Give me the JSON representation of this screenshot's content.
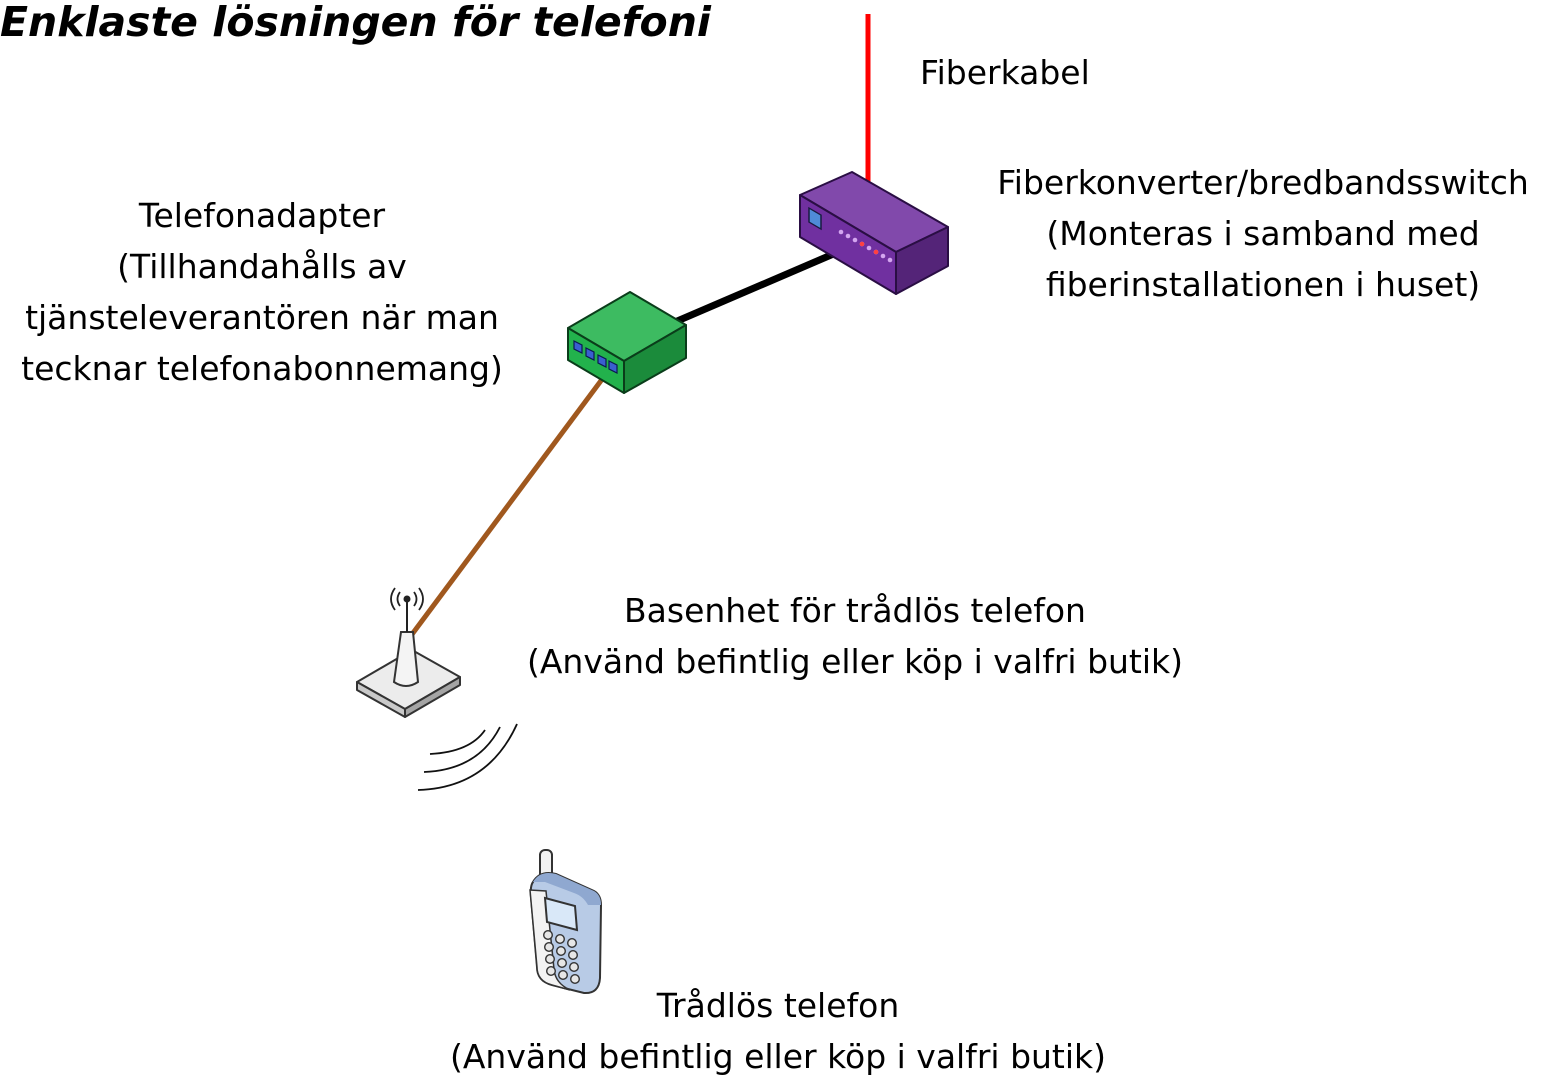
{
  "title": "Enklaste lösningen för telefoni",
  "colors": {
    "fiber_cable": "#ff0000",
    "ethernet_cable": "#000000",
    "phone_cable": "#a0581e",
    "switch_body": "#7030a0",
    "adapter_body": "#22b24c",
    "base_body": "#ececec",
    "phone_body": "#b8cbe6"
  },
  "labels": {
    "fiber_cable": "Fiberkabel",
    "switch": {
      "name": "Fiberkonverter/bredbandsswitch",
      "note_line1": "(Monteras i samband med",
      "note_line2": "fiberinstallationen i huset)"
    },
    "adapter": {
      "name": "Telefonadapter",
      "note_line1": "(Tillhandahålls av",
      "note_line2": "tjänsteleverantören när man",
      "note_line3": "tecknar telefonabonnemang)"
    },
    "base_station": {
      "name": "Basenhet för trådlös telefon",
      "note": "(Använd befintlig eller köp i valfri butik)"
    },
    "cordless_phone": {
      "name": "Trådlös telefon",
      "note": "(Använd befintlig eller köp i valfri butik)"
    }
  }
}
